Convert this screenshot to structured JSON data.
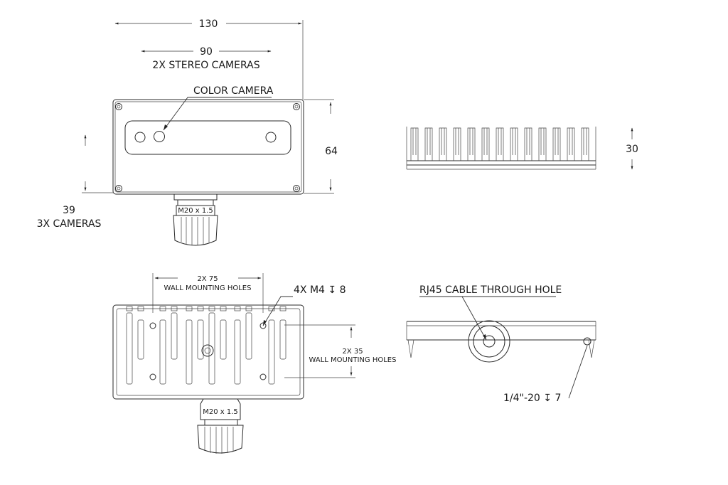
{
  "front_view": {
    "width_overall": "130",
    "width_stereo": "90",
    "stereo_label": "2X STEREO CAMERAS",
    "color_label": "COLOR CAMERA",
    "height": "64",
    "lens_spacing": "39",
    "cameras_label": "3X CAMERAS",
    "connector_mark": "M20 x 1.5"
  },
  "side_view": {
    "depth": "30"
  },
  "rear_view": {
    "h_spacing": "2X 75",
    "h_label": "WALL MOUNTING HOLES",
    "thread_label": "4X M4 ↧ 8",
    "v_spacing": "2X 35",
    "v_label": "WALL MOUNTING HOLES",
    "connector_mark": "M20 x 1.5"
  },
  "bottom_view": {
    "rj45_label": "RJ45 CABLE THROUGH HOLE",
    "tripod_label": "1/4\"-20 ↧ 7"
  }
}
